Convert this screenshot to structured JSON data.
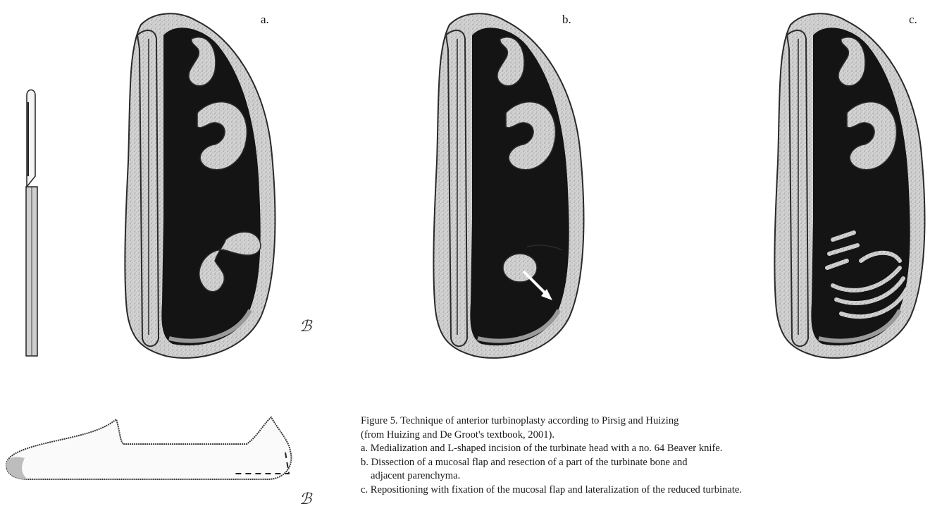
{
  "panels": [
    {
      "label": "a."
    },
    {
      "label": "b."
    },
    {
      "label": "c."
    }
  ],
  "signature": "ℬ",
  "caption": {
    "line1": "Figure 5. Technique of anterior turbinoplasty according to Pirsig and Huizing",
    "line2": "(from Huizing and De Groot's textbook, 2001).",
    "line3": "a. Medialization and L-shaped incision of the turbinate head with a no. 64 Beaver knife.",
    "line4": "b. Dissection of a mucosal flap and resection of a part of the turbinate bone and",
    "line5": "adjacent parenchyma.",
    "line6": "c. Repositioning with fixation of the mucosal flap and lateralization of the reduced turbinate."
  },
  "colors": {
    "cavity": "#141414",
    "tissue": "#c9c9c9",
    "outline": "#2a2a2a"
  }
}
